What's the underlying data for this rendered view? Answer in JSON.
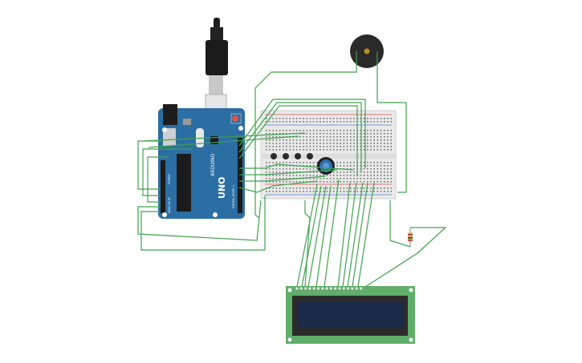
{
  "arduino": {
    "brand": "ARDUINO",
    "model": "UNO",
    "color": "#2b6ea3",
    "labels": {
      "power": "POWER",
      "analog_in": "ANALOG IN",
      "digital": "DIGITAL (PWM~)"
    }
  },
  "colors": {
    "wire": "#3fa34d",
    "breadboard": "#e9e9e9",
    "rail_red": "#d9534f",
    "rail_blue": "#4a7fd0",
    "lcd_board": "#5fae6a",
    "lcd_screen": "#1c2a4a",
    "buzzer": "#2a2a2a",
    "potentiometer": "#2f6fb1",
    "cable": "#1e1e1e"
  },
  "components": [
    {
      "name": "Arduino Uno",
      "icon": "arduino-board-icon"
    },
    {
      "name": "USB cable",
      "icon": "usb-plug-icon"
    },
    {
      "name": "Breadboard",
      "icon": "breadboard-icon"
    },
    {
      "name": "Push buttons",
      "count": 4,
      "icon": "pushbutton-icon"
    },
    {
      "name": "Potentiometer",
      "icon": "potentiometer-icon"
    },
    {
      "name": "Piezo buzzer",
      "icon": "buzzer-icon"
    },
    {
      "name": "Resistor",
      "icon": "resistor-icon"
    },
    {
      "name": "16x2 LCD",
      "icon": "lcd-icon"
    }
  ]
}
